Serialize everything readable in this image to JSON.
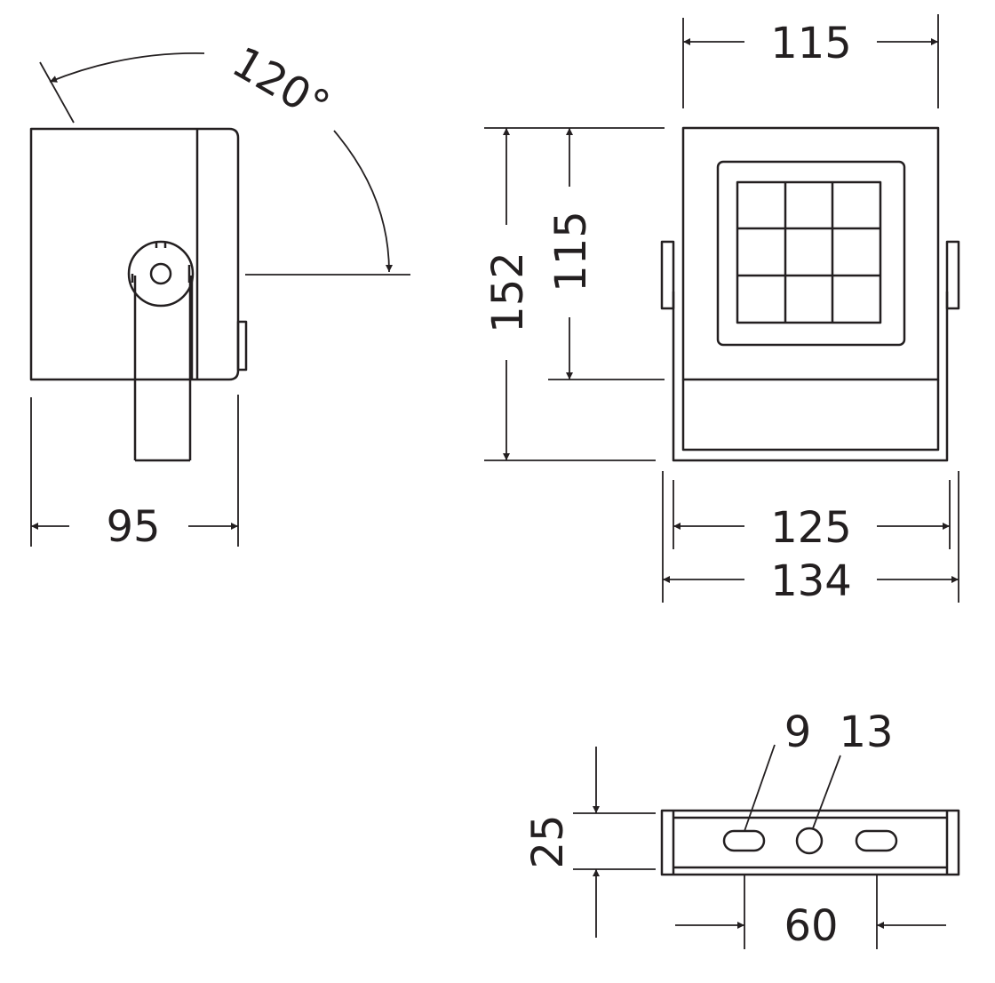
{
  "colors": {
    "line": "#231f20",
    "background": "#ffffff"
  },
  "side_view": {
    "angle_label": "120°",
    "width_label": "95"
  },
  "front_view": {
    "top_width_label": "115",
    "total_height_label": "152",
    "body_height_label": "115",
    "bracket_inner_width_label": "125",
    "bracket_outer_width_label": "134"
  },
  "bracket_view": {
    "slot_label": "9",
    "hole_label": "13",
    "depth_label": "25",
    "spacing_label": "60"
  }
}
